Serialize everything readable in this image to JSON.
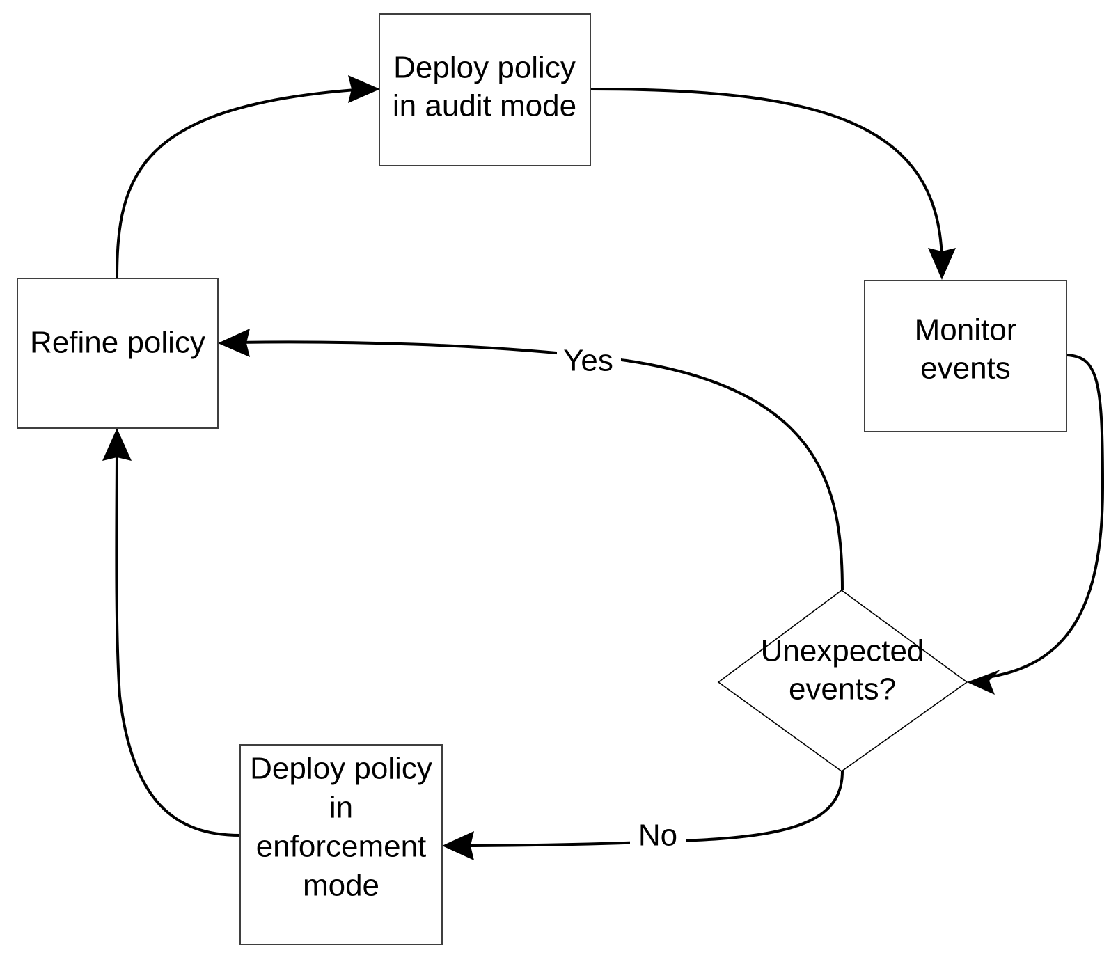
{
  "diagram": {
    "title": "Policy deployment lifecycle flowchart",
    "background_color": "#ffffff",
    "line_color": "#000000",
    "box_border_color": "#3f3f3f",
    "text_color": "#000000",
    "nodes": [
      {
        "id": "deploy-audit",
        "shape": "rectangle",
        "lines": [
          "Deploy policy",
          "in audit mode"
        ],
        "text": "Deploy policy in audit mode"
      },
      {
        "id": "refine-policy",
        "shape": "rectangle",
        "lines": [
          "Refine policy"
        ],
        "text": "Refine policy"
      },
      {
        "id": "monitor-events",
        "shape": "rectangle",
        "lines": [
          "Monitor",
          "events"
        ],
        "text": "Monitor events"
      },
      {
        "id": "unexpected-events",
        "shape": "diamond",
        "lines": [
          "Unexpected",
          "events?"
        ],
        "text": "Unexpected events?"
      },
      {
        "id": "deploy-enforcement",
        "shape": "rectangle",
        "lines": [
          "Deploy policy",
          "in",
          "enforcement",
          "mode"
        ],
        "text": "Deploy policy in enforcement mode"
      }
    ],
    "edges": [
      {
        "id": "refine-to-audit",
        "from": "refine-policy",
        "to": "deploy-audit",
        "label": ""
      },
      {
        "id": "audit-to-monitor",
        "from": "deploy-audit",
        "to": "monitor-events",
        "label": ""
      },
      {
        "id": "monitor-to-decision",
        "from": "monitor-events",
        "to": "unexpected-events",
        "label": ""
      },
      {
        "id": "decision-yes-to-refine",
        "from": "unexpected-events",
        "to": "refine-policy",
        "label": "Yes"
      },
      {
        "id": "decision-no-to-enforcement",
        "from": "unexpected-events",
        "to": "deploy-enforcement",
        "label": "No"
      },
      {
        "id": "enforcement-to-refine",
        "from": "deploy-enforcement",
        "to": "refine-policy",
        "label": ""
      }
    ]
  }
}
